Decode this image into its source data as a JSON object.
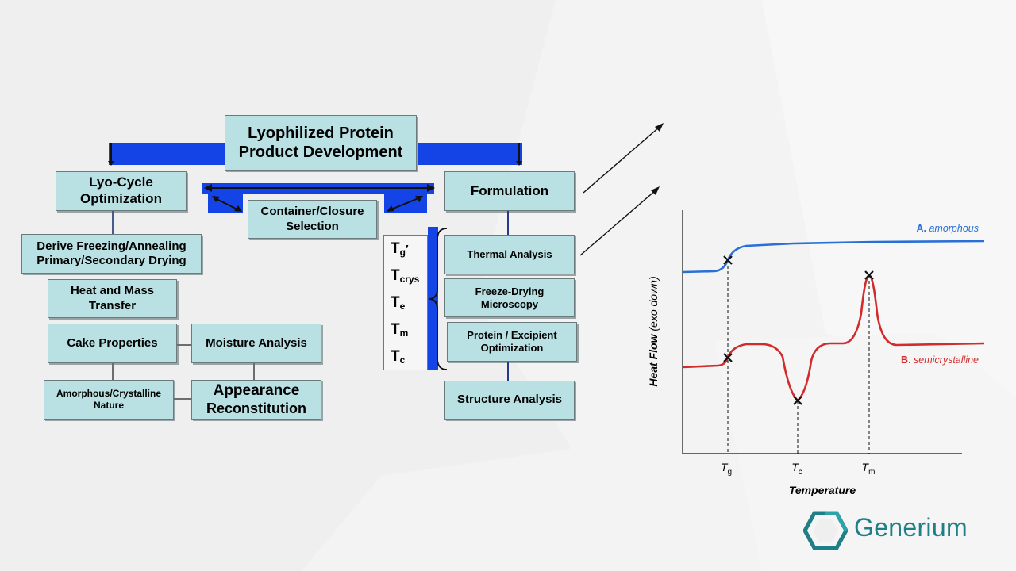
{
  "flowchart": {
    "title_line1": "Lyophilized Protein",
    "title_line2": "Product Development",
    "lyo_cycle_line1": "Lyo-Cycle",
    "lyo_cycle_line2": "Optimization",
    "derive_line1": "Derive Freezing/Annealing",
    "derive_line2": "Primary/Secondary Drying",
    "heat_mass_line1": "Heat and Mass",
    "heat_mass_line2": "Transfer",
    "cake_properties": "Cake Properties",
    "moisture_analysis": "Moisture Analysis",
    "amorphous_line1": "Amorphous/Crystalline",
    "amorphous_line2": "Nature",
    "appearance_line1": "Appearance",
    "appearance_line2": "Reconstitution",
    "container_line1": "Container/Closure",
    "container_line2": "Selection",
    "formulation": "Formulation",
    "thermal_analysis": "Thermal Analysis",
    "freeze_drying_line1": "Freeze-Drying",
    "freeze_drying_line2": "Microscopy",
    "protein_line1": "Protein / Excipient",
    "protein_line2": "Optimization",
    "structure_analysis": "Structure Analysis",
    "params": [
      {
        "base": "T",
        "sub": "g",
        "sup": "′"
      },
      {
        "base": "T",
        "sub": "crys",
        "sup": ""
      },
      {
        "base": "T",
        "sub": "e",
        "sup": ""
      },
      {
        "base": "T",
        "sub": "m",
        "sup": ""
      },
      {
        "base": "T",
        "sub": "c",
        "sup": ""
      }
    ]
  },
  "colors": {
    "box_fill": "#b9e1e3",
    "connector_bar": "#1544e6",
    "amorphous_curve": "#2a6fd6",
    "semicrystalline_curve": "#d12b2b",
    "logo": "#1f7f86"
  },
  "chart_data": {
    "type": "line",
    "title": "",
    "xlabel": "Temperature",
    "ylabel_bold": "Heat Flow",
    "ylabel_rest": " (exo down)",
    "grid": false,
    "x_ticks": [
      {
        "base": "T",
        "sub": "g"
      },
      {
        "base": "T",
        "sub": "c"
      },
      {
        "base": "T",
        "sub": "m"
      }
    ],
    "series": [
      {
        "label_prefix": "A.",
        "label_name": "amorphous",
        "shape": "glass transition step at Tg, then flat"
      },
      {
        "label_prefix": "B.",
        "label_name": "semicrystalline",
        "shape": "step at Tg, exothermic dip at Tc, endothermic peak at Tm"
      }
    ]
  },
  "logo": {
    "text": "Generium",
    "icon": "hexagon-logo-icon"
  }
}
